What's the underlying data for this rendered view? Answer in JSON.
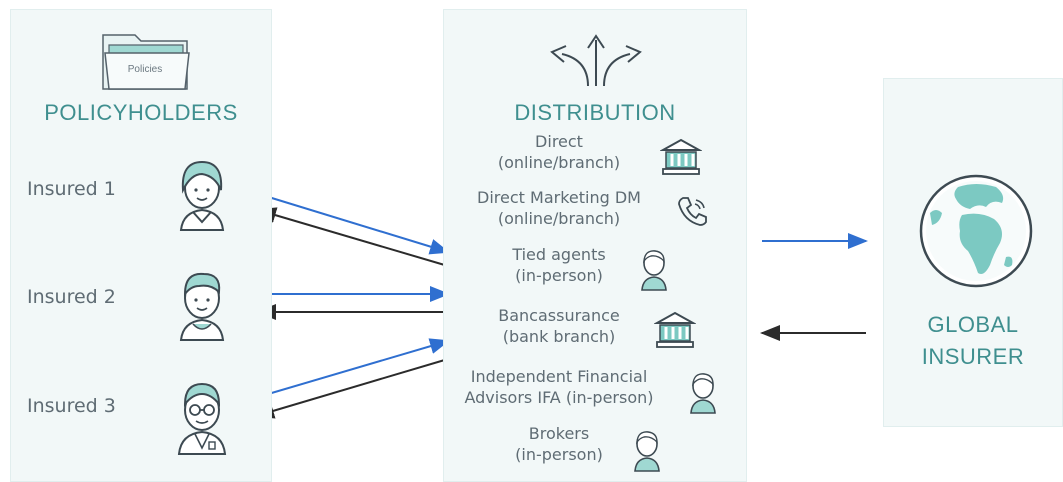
{
  "policyholders": {
    "title": "POLICYHOLDERS",
    "folder_label": "Policies",
    "insured": [
      {
        "label": "Insured 1"
      },
      {
        "label": "Insured 2"
      },
      {
        "label": "Insured 3"
      }
    ]
  },
  "distribution": {
    "title": "DISTRIBUTION",
    "channels": [
      {
        "line1": "Direct",
        "line2": "(online/branch)",
        "icon": "bank-icon"
      },
      {
        "line1": "Direct Marketing DM",
        "line2": "(online/branch)",
        "icon": "phone-icon"
      },
      {
        "line1": "Tied agents",
        "line2": "(in-person)",
        "icon": "agent-icon"
      },
      {
        "line1": "Bancassurance",
        "line2": "(bank branch)",
        "icon": "bank-icon"
      },
      {
        "line1": "Independent Financial",
        "line2": "Advisors IFA (in-person)",
        "icon": "agent-icon"
      },
      {
        "line1": "Brokers",
        "line2": "(in-person)",
        "icon": "agent-icon"
      }
    ]
  },
  "insurer": {
    "title_line1": "GLOBAL",
    "title_line2": "INSURER",
    "icon": "globe-icon"
  },
  "colors": {
    "panel": "#f2f8f8",
    "heading": "#3f8f8f",
    "forward_arrow": "#2f6fd0",
    "return_arrow": "#2b2b2b",
    "accent": "#7cc9c2"
  }
}
